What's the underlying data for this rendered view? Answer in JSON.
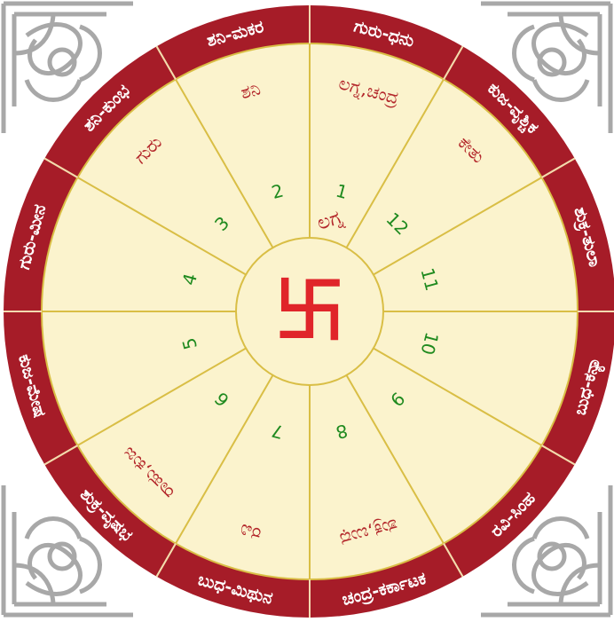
{
  "center": {
    "symbol": "卐"
  },
  "outer_ring": [
    "ಗುರು-ಧನು",
    "ಕುಜ-ವೃಶ್ಚಿಕ",
    "ಶುಕ್ರ-ತುಲಾ",
    "ಬುಧ-ಕನ್ಯಾ",
    "ರವಿ-ಸಿಂಹ",
    "ಚಂದ್ರ-ಕರ್ಕಾಟಕ",
    "ಬುಧ-ಮಿಥುನ",
    "ಶುಕ್ರ-ವೃಷಭ",
    "ಕುಜ-ಮೇಷ",
    "ಗುರು-ಮೀನ",
    "ಶನಿ-ಕುಂಭ",
    "ಶನಿ-ಮಕರ"
  ],
  "house_numbers": [
    "1",
    "12",
    "11",
    "10",
    "9",
    "8",
    "7",
    "6",
    "5",
    "4",
    "3",
    "2"
  ],
  "planets": [
    "ಲಗ್ನ,ಚಂದ್ರ",
    "ಕೇತು",
    "",
    "",
    "",
    "ಶುಕ್ರ,ಬುಧ",
    "ರವಿ",
    "ರಾಹು,ಕುಜ",
    "",
    "",
    "ಗುರು",
    "ಶನಿ"
  ],
  "lagna_marker": "ಲಗ್ನ",
  "colors": {
    "ring": "#a61c28",
    "ring_text": "#ffffff",
    "inner_fill": "#fbf3cd",
    "line": "#d9be45",
    "planet_text": "#b3262a",
    "number_text": "#1f8a1f",
    "swastika": "#e0252a",
    "corner_ornament": "#a8a8a8"
  }
}
